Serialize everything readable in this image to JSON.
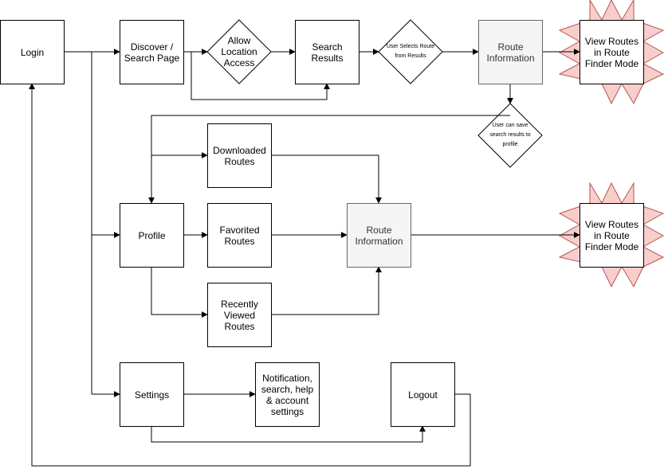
{
  "nodes": {
    "login": "Login",
    "discover": "Discover /\nSearch Page",
    "allow_location": "Allow\nLocation\nAccess",
    "search_results": "Search\nResults",
    "user_selects": "User Selects Route\nfrom Results",
    "route_info_top": "Route\nInformation",
    "view_routes_top": "View Routes\nin Route\nFinder Mode",
    "save_results": "User can save\nsearch results to\nprofile",
    "downloaded": "Downloaded\nRoutes",
    "profile": "Profile",
    "favorited": "Favorited\nRoutes",
    "route_info_mid": "Route\nInformation",
    "view_routes_mid": "View Routes\nin Route\nFinder Mode",
    "recently_viewed": "Recently\nViewed\nRoutes",
    "settings": "Settings",
    "notification": "Notification,\nsearch, help\n& account\nsettings",
    "logout": "Logout"
  },
  "colors": {
    "line": "#000000",
    "star_fill": "#f8cecc",
    "star_stroke": "#b85450",
    "grey_fill": "#f5f5f5",
    "grey_stroke": "#666666"
  }
}
